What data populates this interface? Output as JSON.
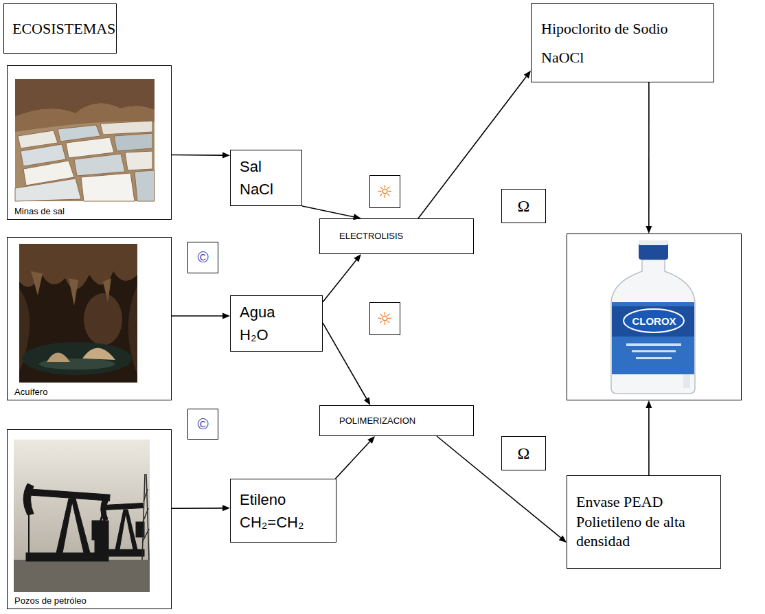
{
  "diagram": {
    "title": "ECOSISTEMAS",
    "nodes": [
      {
        "text": [
          "Minas de sal"
        ]
      },
      {
        "text": [
          "Sal",
          "NaCl"
        ]
      },
      {
        "text": [
          "☼"
        ]
      },
      {
        "text": [
          "Hipoclorito de Sodio",
          "NaOCl"
        ]
      },
      {
        "text": [
          "Ω"
        ]
      },
      {
        "text": [
          "ELECTROLISIS"
        ]
      },
      {
        "text": [
          "©"
        ]
      },
      {
        "text": [
          "Acuífero"
        ]
      },
      {
        "text": [
          "Agua",
          "H₂O"
        ]
      },
      {
        "text": [
          "☼"
        ]
      },
      {
        "text": [
          "CLOROX"
        ]
      },
      {
        "text": [
          "©"
        ]
      },
      {
        "text": [
          "POLIMERIZACION"
        ]
      },
      {
        "text": [
          "Ω"
        ]
      },
      {
        "text": [
          "Pozos de petróleo"
        ]
      },
      {
        "text": [
          "Etileno",
          "CH₂=CH₂"
        ]
      },
      {
        "text": [
          "Envase PEAD Polietileno de alta densidad"
        ]
      }
    ],
    "edges": [
      {
        "from": 0,
        "to": 1,
        "arrow": "to"
      },
      {
        "from": 7,
        "to": 8,
        "arrow": "to"
      },
      {
        "from": 14,
        "to": 15,
        "arrow": "to"
      },
      {
        "from": 1,
        "to": 5,
        "arrow": "to"
      },
      {
        "from": 8,
        "to": 5,
        "arrow": "to"
      },
      {
        "from": 8,
        "to": 12,
        "arrow": "to"
      },
      {
        "from": 15,
        "to": 12,
        "arrow": "to"
      },
      {
        "from": 5,
        "to": 3,
        "arrow": "to"
      },
      {
        "from": 12,
        "to": 16,
        "arrow": "to"
      },
      {
        "from": 3,
        "to": 10,
        "arrow": "to"
      },
      {
        "from": 16,
        "to": 10,
        "arrow": "to"
      }
    ]
  }
}
